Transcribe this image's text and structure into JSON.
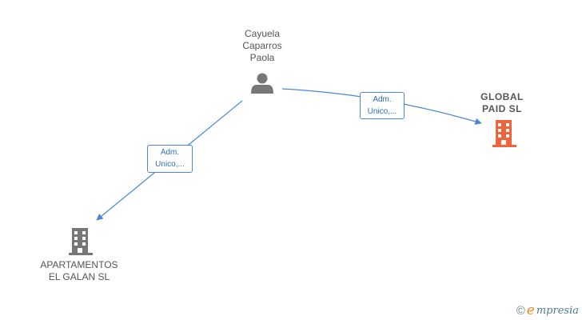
{
  "nodes": {
    "person": {
      "name": "Cayuela\nCaparros\nPaola",
      "icon": "person-icon"
    },
    "global": {
      "name": "GLOBAL\nPAID  SL",
      "icon": "building-icon",
      "color": "#f0643c"
    },
    "apartamentos": {
      "name": "APARTAMENTOS\nEL GALAN  SL",
      "icon": "building-icon",
      "color": "#777777"
    }
  },
  "edges": [
    {
      "from": "person",
      "to": "global",
      "label": "Adm.\nUnico,..."
    },
    {
      "from": "person",
      "to": "apartamentos",
      "label": "Adm.\nUnico,..."
    }
  ],
  "colors": {
    "edge": "#4a86d4",
    "person_icon": "#777777"
  },
  "footer": {
    "copyright": "©",
    "brand_initial": "e",
    "brand_rest": "mpresia"
  }
}
